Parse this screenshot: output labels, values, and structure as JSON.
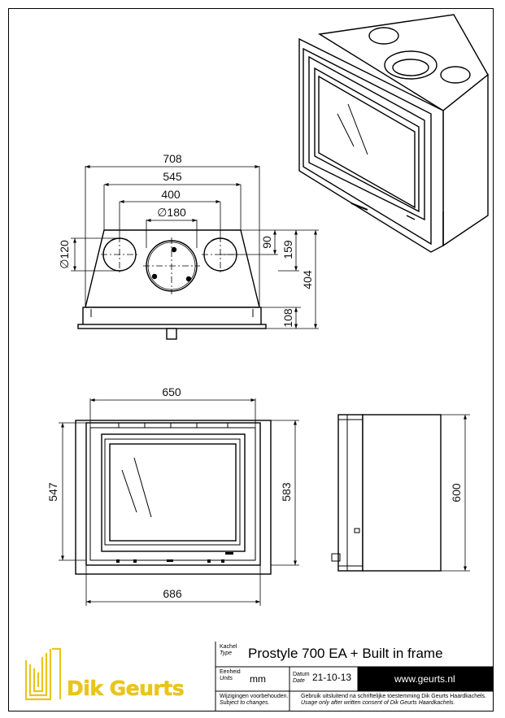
{
  "dimensions": {
    "top_view": {
      "w708": "708",
      "w545": "545",
      "w400": "400",
      "d180": "∅180",
      "d120": "∅120",
      "h90": "90",
      "h159": "159",
      "h404": "404",
      "h108": "108"
    },
    "front_view": {
      "w650": "650",
      "w686": "686",
      "h547": "547",
      "h583": "583"
    },
    "side_view": {
      "h600": "600"
    }
  },
  "title_block": {
    "logo_text": "Dik Geurts",
    "type_label_nl": "Kachel",
    "type_label_en": "Type",
    "product_name": "Prostyle 700 EA + Built in frame",
    "units_label_nl": "Eenheid",
    "units_label_en": "Units",
    "units_value": "mm",
    "date_label_nl": "Datum",
    "date_label_en": "Date",
    "date_value": "21-10-13",
    "website": "www.geurts.nl",
    "changes_nl": "Wijzigingen voorbehouden.",
    "changes_en": "Subject to changes.",
    "usage_nl": "Gebruik uitsluitend na schriftelijke toestemming Dik Geurts Haardkachels.",
    "usage_en": "Usage only after written consent of Dik Geurts Haardkachels."
  },
  "colors": {
    "logo_yellow": "#e9c51c",
    "black": "#000000"
  }
}
